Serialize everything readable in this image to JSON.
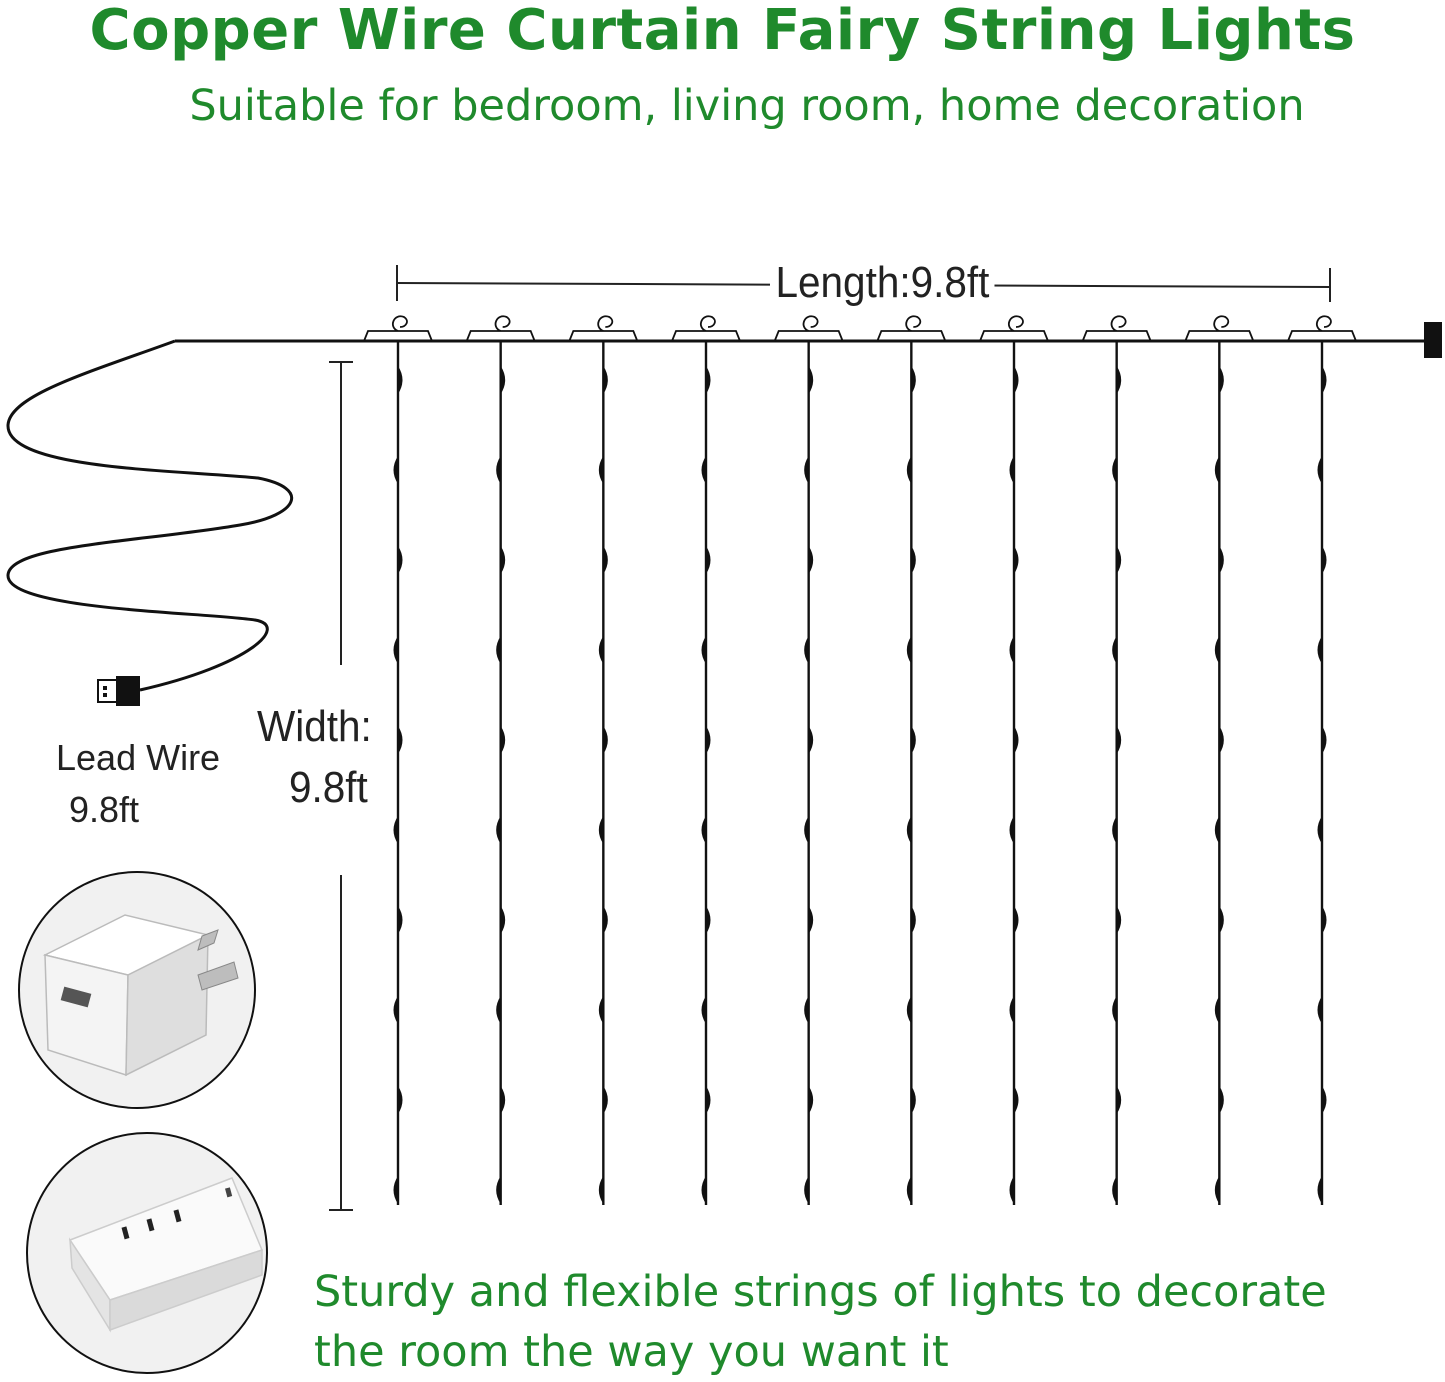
{
  "header": {
    "title": "Copper Wire Curtain Fairy String Lights",
    "subtitle": "Suitable for bedroom, living room, home decoration"
  },
  "dimensions": {
    "length_label": "Length:9.8ft",
    "width_label_line1": "Width:",
    "width_label_line2": "9.8ft",
    "lead_wire_line1": "Lead Wire",
    "lead_wire_line2": "9.8ft"
  },
  "footer": {
    "line1": "Sturdy and flexible strings of lights to decorate",
    "line2": "the room the way you want it"
  },
  "curtain": {
    "strand_count": 10,
    "lights_per_strand": 10
  },
  "colors": {
    "accent_green": "#1f8a2c",
    "wire": "#111111"
  },
  "icons": [
    "usb-plug-icon",
    "usb-wall-adapter-icon",
    "power-strip-icon"
  ]
}
